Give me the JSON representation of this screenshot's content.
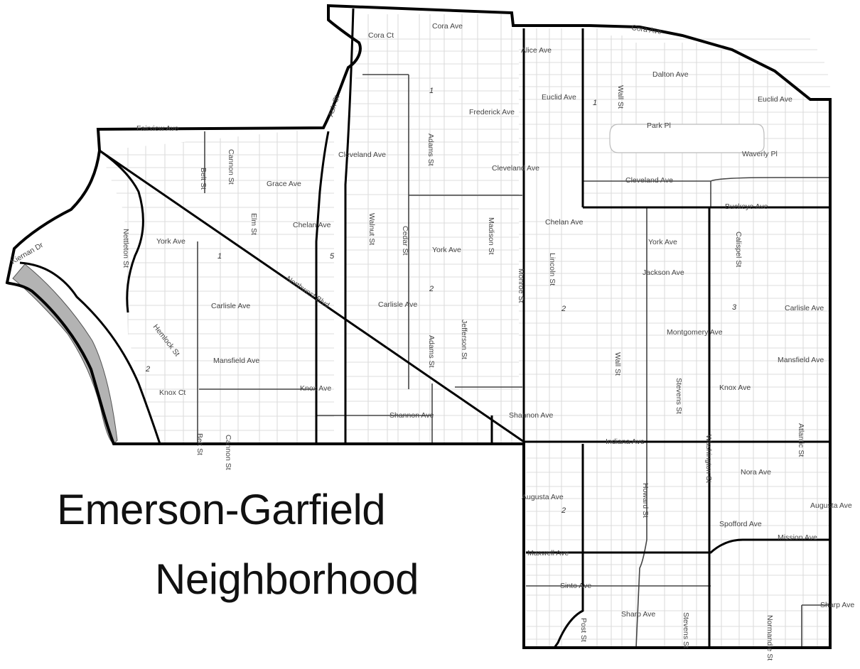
{
  "title": {
    "line1": "Emerson-Garfield",
    "line2": "Neighborhood"
  },
  "colors": {
    "boundary": "#000000",
    "major_street": "#000000",
    "street": "#dcdcdc",
    "river": "#b3b3b3",
    "label": "#444444"
  },
  "street_labels": {
    "cora_ct": "Cora Ct",
    "cora_ave_1": "Cora Ave",
    "cora_ave_2": "Cora Ave",
    "alice_ave": "Alice Ave",
    "dalton_ave": "Dalton Ave",
    "euclid_ave_1": "Euclid Ave",
    "euclid_ave_2": "Euclid Ave",
    "frederick_ave": "Frederick Ave",
    "wall_st_1": "Wall St",
    "park_pl": "Park Pl",
    "waverly_pl": "Waverly Pl",
    "fairview_ave": "Fairview Ave",
    "ash_st": "Ash St",
    "cleveland_ave_1": "Cleveland Ave",
    "cleveland_ave_2": "Cleveland Ave",
    "cleveland_ave_3": "Cleveland Ave",
    "adams_st_1": "Adams St",
    "belt_st_1": "Belt St",
    "cannon_st_1": "Cannon St",
    "grace_ave": "Grace Ave",
    "buckeye_ave": "Buckeye Ave",
    "kiernan_dr": "Kiernan Dr",
    "nettleton_st": "Nettleton St",
    "york_ave_1": "York Ave",
    "york_ave_2": "York Ave",
    "york_ave_3": "York Ave",
    "elm_st": "Elm St",
    "chelan_ave_1": "Chelan Ave",
    "chelan_ave_2": "Chelan Ave",
    "walnut_st": "Walnut St",
    "cedar_st": "Cedar St",
    "madison_st": "Madison St",
    "lincoln_st": "Lincoln St",
    "monroe_st": "Monroe St",
    "calispel_st": "Calispel St",
    "jackson_ave": "Jackson Ave",
    "northwest_blvd": "Northwest Blvd",
    "carlisle_ave_1": "Carlisle Ave",
    "carlisle_ave_2": "Carlisle Ave",
    "carlisle_ave_3": "Carlisle Ave",
    "hemlock_st": "Hemlock St",
    "jefferson_st": "Jefferson St",
    "montgomery_ave": "Montgomery Ave",
    "mansfield_ave_1": "Mansfield Ave",
    "mansfield_ave_2": "Mansfield Ave",
    "adams_st_2": "Adams St",
    "wall_st_2": "Wall St",
    "stevens_st_1": "Stevens St",
    "knox_ct": "Knox Ct",
    "knox_ave_1": "Knox Ave",
    "knox_ave_2": "Knox Ave",
    "shannon_ave_1": "Shannon Ave",
    "shannon_ave_2": "Shannon Ave",
    "belt_st_2": "Belt St",
    "cannon_st_2": "Cannon St",
    "indiana_ave": "Indiana Ave",
    "washington_st": "Washington St",
    "atlantic_st": "Atlantic St",
    "nora_ave": "Nora Ave",
    "augusta_ave_1": "Augusta Ave",
    "augusta_ave_2": "Augusta Ave",
    "howard_st": "Howard St",
    "spofford_ave": "Spofford Ave",
    "mission_ave": "Mission Ave",
    "maxwell_ave": "Maxwell Ave",
    "sinto_ave": "Sinto Ave",
    "sharp_ave_1": "Sharp Ave",
    "sharp_ave_2": "Sharp Ave",
    "post_st": "Post St",
    "stevens_st_2": "Stevens St",
    "normandie_st": "Normandie St"
  },
  "area_numbers": {
    "n1_a": "1",
    "n1_b": "1",
    "n1_c": "1",
    "n2_a": "2",
    "n2_b": "2",
    "n2_c": "2",
    "n2_d": "2",
    "n3": "3",
    "n5": "5"
  }
}
